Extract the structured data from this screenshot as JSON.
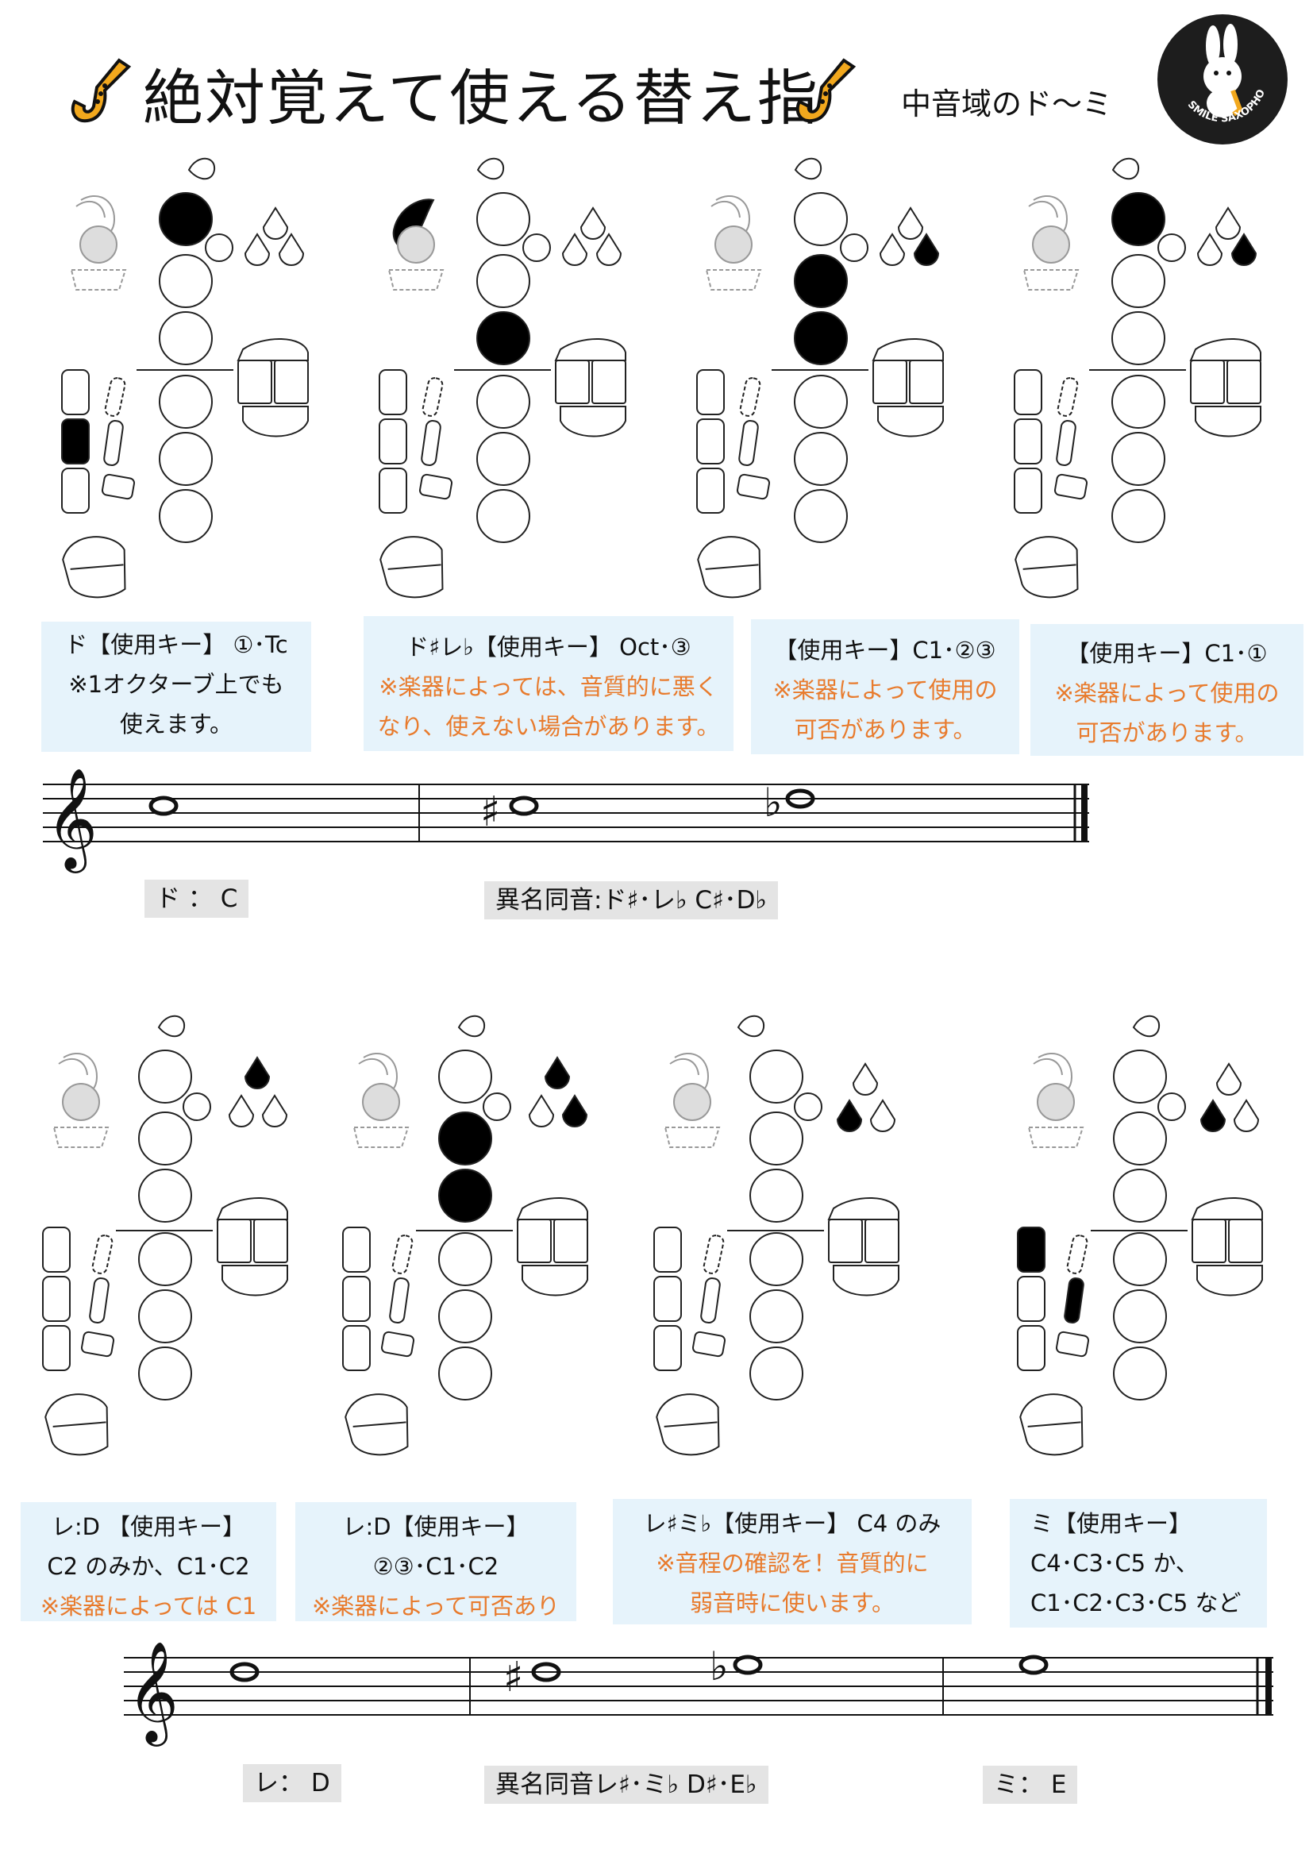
{
  "header": {
    "title": "絶対覚えて使える替え指",
    "subtitle": "中音域のド〜ミ",
    "logo_text": "SMILE SAXOPHONE"
  },
  "row1": {
    "cards": [
      {
        "lines": [
          "ド【使用キー】 ①･Tc",
          "※1オクターブ上でも",
          "使えます。"
        ],
        "orange": []
      },
      {
        "lines": [
          "ド♯レ♭【使用キー】 Oct･③"
        ],
        "orange": [
          "※楽器によっては、音質的に悪く",
          "なり、使えない場合があります。"
        ]
      },
      {
        "lines": [
          "【使用キー】C1･②③"
        ],
        "orange": [
          "※楽器によって使用の",
          "可否があります。"
        ]
      },
      {
        "lines": [
          "【使用キー】C1･①"
        ],
        "orange": [
          "※楽器によって使用の",
          "可否があります。"
        ]
      }
    ],
    "labels": [
      "ド ： C",
      "異名同音:ド♯･レ♭ C♯･D♭"
    ]
  },
  "row2": {
    "cards": [
      {
        "lines": [
          "レ:D 【使用キー】",
          "C2 のみか、C1･C2"
        ],
        "orange": [
          "※楽器によっては C1"
        ]
      },
      {
        "lines": [
          "レ:D【使用キー】",
          "②③･C1･C2"
        ],
        "orange": [
          "※楽器によって可否あり"
        ]
      },
      {
        "lines": [
          "レ♯ミ♭【使用キー】 C4 のみ"
        ],
        "orange": [
          "※音程の確認を！音質的に",
          "弱音時に使います。"
        ]
      },
      {
        "lines": [
          "ミ【使用キー】",
          "C4･C3･C5 か、",
          "C1･C2･C3･C5 など"
        ],
        "orange": []
      }
    ],
    "labels": [
      "レ： D",
      "異名同音レ♯･ミ♭ D♯･E♭",
      "ミ： E"
    ]
  },
  "colors": {
    "card_bg": "#e6f3fb",
    "orange": "#e87b2d",
    "label_bg": "#e4e4e4",
    "sax_gold": "#f2a81d"
  }
}
